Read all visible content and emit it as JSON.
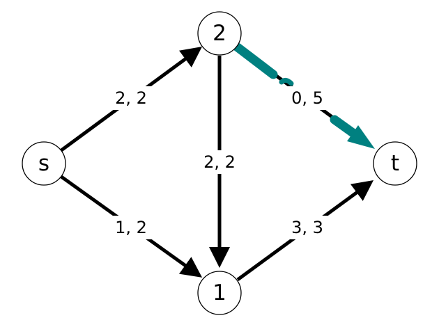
{
  "graph": {
    "colors": {
      "edge": "#000000",
      "highlight": "#008080",
      "node_fill": "#ffffff",
      "node_stroke": "#000000"
    },
    "nodes": [
      {
        "id": "s",
        "label": "s"
      },
      {
        "id": "2",
        "label": "2"
      },
      {
        "id": "1",
        "label": "1"
      },
      {
        "id": "t",
        "label": "t"
      }
    ],
    "edges": [
      {
        "id": "s-2",
        "from": "s",
        "to": "2",
        "label": "2, 2",
        "highlighted": false
      },
      {
        "id": "s-1",
        "from": "s",
        "to": "1",
        "label": "1, 2",
        "highlighted": false
      },
      {
        "id": "2-1",
        "from": "2",
        "to": "1",
        "label": "2, 2",
        "highlighted": false
      },
      {
        "id": "2-t",
        "from": "2",
        "to": "t",
        "label": "0, 5",
        "highlighted": true
      },
      {
        "id": "1-t",
        "from": "1",
        "to": "t",
        "label": "3, 3",
        "highlighted": false
      }
    ]
  }
}
